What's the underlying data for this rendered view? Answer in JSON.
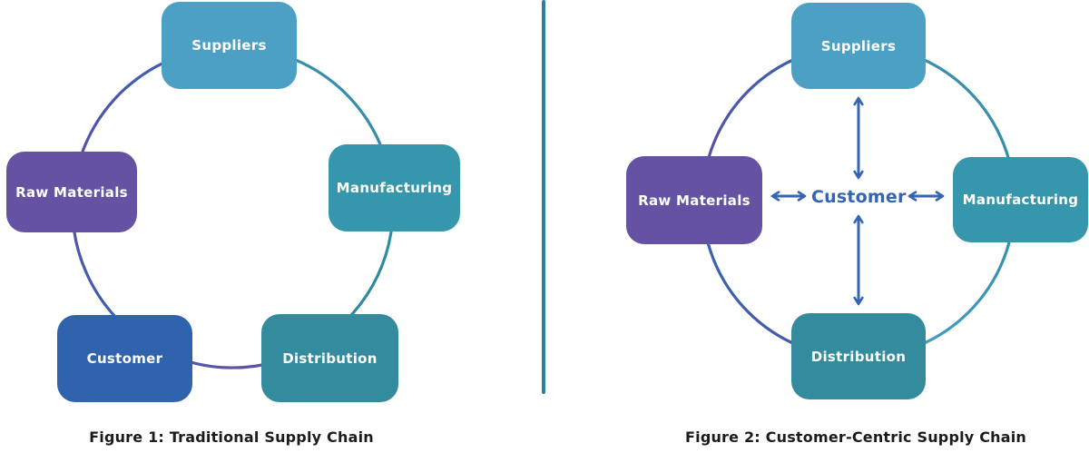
{
  "palette": {
    "purple": "#5C4EA0",
    "purple_mid": "#6152A4",
    "indigo": "#4A55A8",
    "blue": "#3465B4",
    "blue_teal": "#3E8CB4",
    "teal": "#2E8FA8",
    "teal_dark": "#33859C",
    "light_blue": "#4BA0CC",
    "divider_teal": "#2E8099",
    "caption_text": "#1C1C1C",
    "label_text": "#FFFFFF"
  },
  "figure1": {
    "caption": "Figure 1: Traditional Supply Chain",
    "nodes": {
      "suppliers": {
        "label": "Suppliers",
        "color": "#4BA0C4"
      },
      "manufacturing": {
        "label": "Manufacturing",
        "color": "#3596AC"
      },
      "distribution": {
        "label": "Distribution",
        "color": "#348B9E"
      },
      "customer": {
        "label": "Customer",
        "color": "#2F63AE"
      },
      "raw_materials": {
        "label": "Raw Materials",
        "color": "#6552A3"
      }
    }
  },
  "figure2": {
    "caption": "Figure 2: Customer-Centric Supply Chain",
    "center_label": "Customer",
    "nodes": {
      "suppliers": {
        "label": "Suppliers",
        "color": "#4BA0C4"
      },
      "manufacturing": {
        "label": "Manufacturing",
        "color": "#3596AC"
      },
      "distribution": {
        "label": "Distribution",
        "color": "#348B9E"
      },
      "raw_materials": {
        "label": "Raw Materials",
        "color": "#6552A3"
      }
    }
  }
}
